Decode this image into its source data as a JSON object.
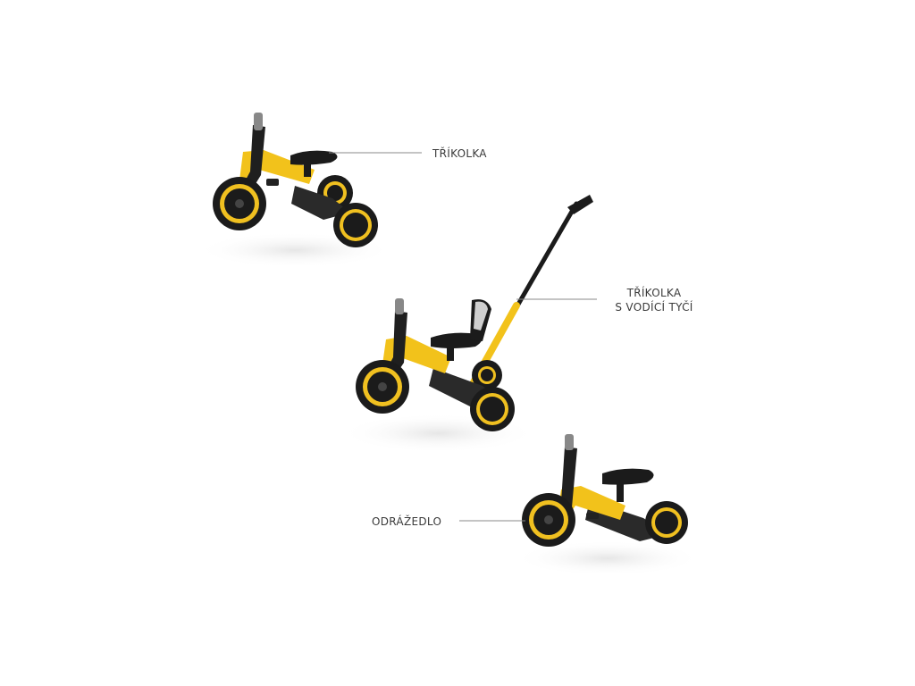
{
  "labels": {
    "tricycle": "TŘÍKOLKA",
    "tricycle_with_handle_line1": "TŘÍKOLKA",
    "tricycle_with_handle_line2": "S VODÍCÍ TYČÍ",
    "balance_bike": "ODRÁŽEDLO"
  },
  "colors": {
    "frame_yellow": "#f2c21b",
    "tire_black": "#1b1b1b",
    "rim_yellow": "#f0c020",
    "label_gray": "#3a3a3a",
    "leader_line": "#8a8a8a"
  }
}
